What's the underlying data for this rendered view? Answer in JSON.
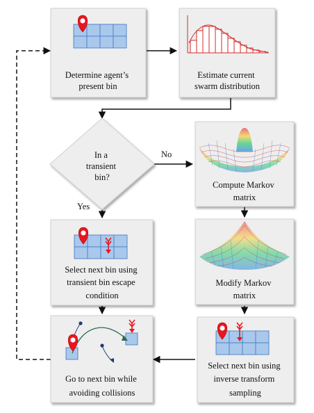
{
  "boxes": {
    "present_bin": {
      "lines": [
        "Determine agent’s",
        "present bin"
      ]
    },
    "swarm": {
      "lines": [
        "Estimate current",
        "swarm distribution"
      ]
    },
    "markov": {
      "lines": [
        "Compute Markov",
        "matrix"
      ]
    },
    "select_escape": {
      "lines": [
        "Select next bin using",
        "transient bin escape",
        "condition"
      ]
    },
    "modify": {
      "lines": [
        "Modify Markov",
        "matrix"
      ]
    },
    "go_next": {
      "lines": [
        "Go to next bin while",
        "avoiding collisions"
      ]
    },
    "inverse": {
      "lines": [
        "Select next bin using",
        "inverse transform",
        "sampling"
      ]
    }
  },
  "decision": {
    "lines": [
      "In a",
      "transient",
      "bin?"
    ]
  },
  "edges": {
    "no_label": "No",
    "yes_label": "Yes"
  },
  "colors": {
    "box_fill": "#eeeeee",
    "box_stroke": "#cfcfcf",
    "pin": "#e8161f",
    "grid_fill": "#a9c8ec",
    "grid_stroke": "#4a7fc4",
    "hist": "#d62828"
  }
}
